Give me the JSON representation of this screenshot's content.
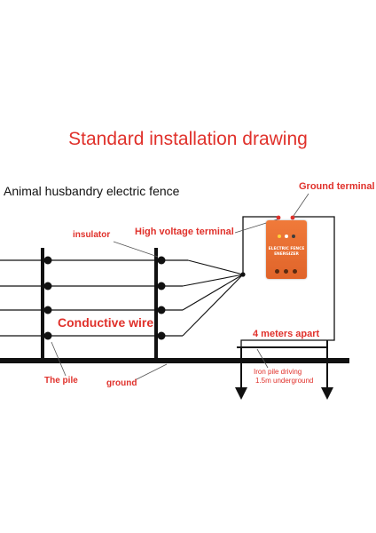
{
  "title": "Standard installation drawing",
  "subtitle": "Animal husbandry electric fence",
  "labels": {
    "ground_terminal": "Ground terminal",
    "high_voltage_terminal": "High voltage terminal",
    "insulator": "insulator",
    "conductive_wire": "Conductive wire",
    "the_pile": "The pile",
    "ground": "ground",
    "spacing": "4 meters apart",
    "iron_pile_line1": "Iron pile driving",
    "iron_pile_line2": "1.5m underground"
  },
  "energizer": {
    "top_text": "",
    "title_line1": "ELECTRIC FENCE",
    "title_line2": "ENERGIZER"
  },
  "colors": {
    "label_red": "#e0312b",
    "line_black": "#111111",
    "energizer_orange": "#e8702f"
  }
}
